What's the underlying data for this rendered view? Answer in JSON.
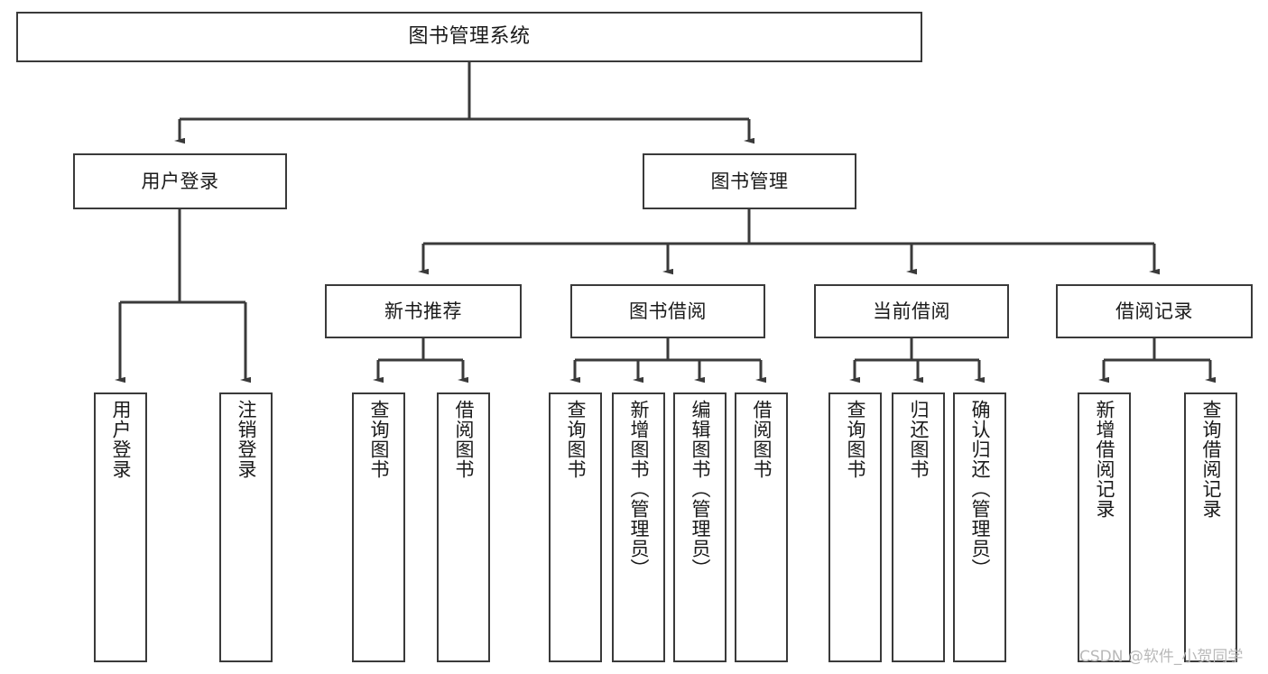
{
  "diagram": {
    "type": "tree-hierarchy",
    "title": "图书管理系统",
    "orientation": "top-down",
    "colors": {
      "stroke": "#3a3a3a",
      "fill": "#ffffff",
      "text": "#1a1a1a",
      "watermark": "#b9b9b9"
    },
    "nodes": {
      "root": {
        "label": "图书管理系统"
      },
      "level2": [
        {
          "label": "用户登录"
        },
        {
          "label": "图书管理"
        }
      ],
      "level3": [
        {
          "label": "新书推荐"
        },
        {
          "label": "图书借阅"
        },
        {
          "label": "当前借阅"
        },
        {
          "label": "借阅记录"
        }
      ],
      "leaves": {
        "user_login": [
          {
            "label": "用户登录"
          },
          {
            "label": "注销登录"
          }
        ],
        "new_book_recommend": [
          {
            "label": "查询图书"
          },
          {
            "label": "借阅图书"
          }
        ],
        "book_borrow": [
          {
            "label": "查询图书"
          },
          {
            "label": "新增图书（管理员）"
          },
          {
            "label": "编辑图书（管理员）"
          },
          {
            "label": "借阅图书"
          }
        ],
        "current_borrow": [
          {
            "label": "查询图书"
          },
          {
            "label": "归还图书"
          },
          {
            "label": "确认归还（管理员）"
          }
        ],
        "borrow_record": [
          {
            "label": "新增借阅记录"
          },
          {
            "label": "查询借阅记录"
          }
        ]
      }
    },
    "watermark": "CSDN @软件_小贺同学"
  }
}
